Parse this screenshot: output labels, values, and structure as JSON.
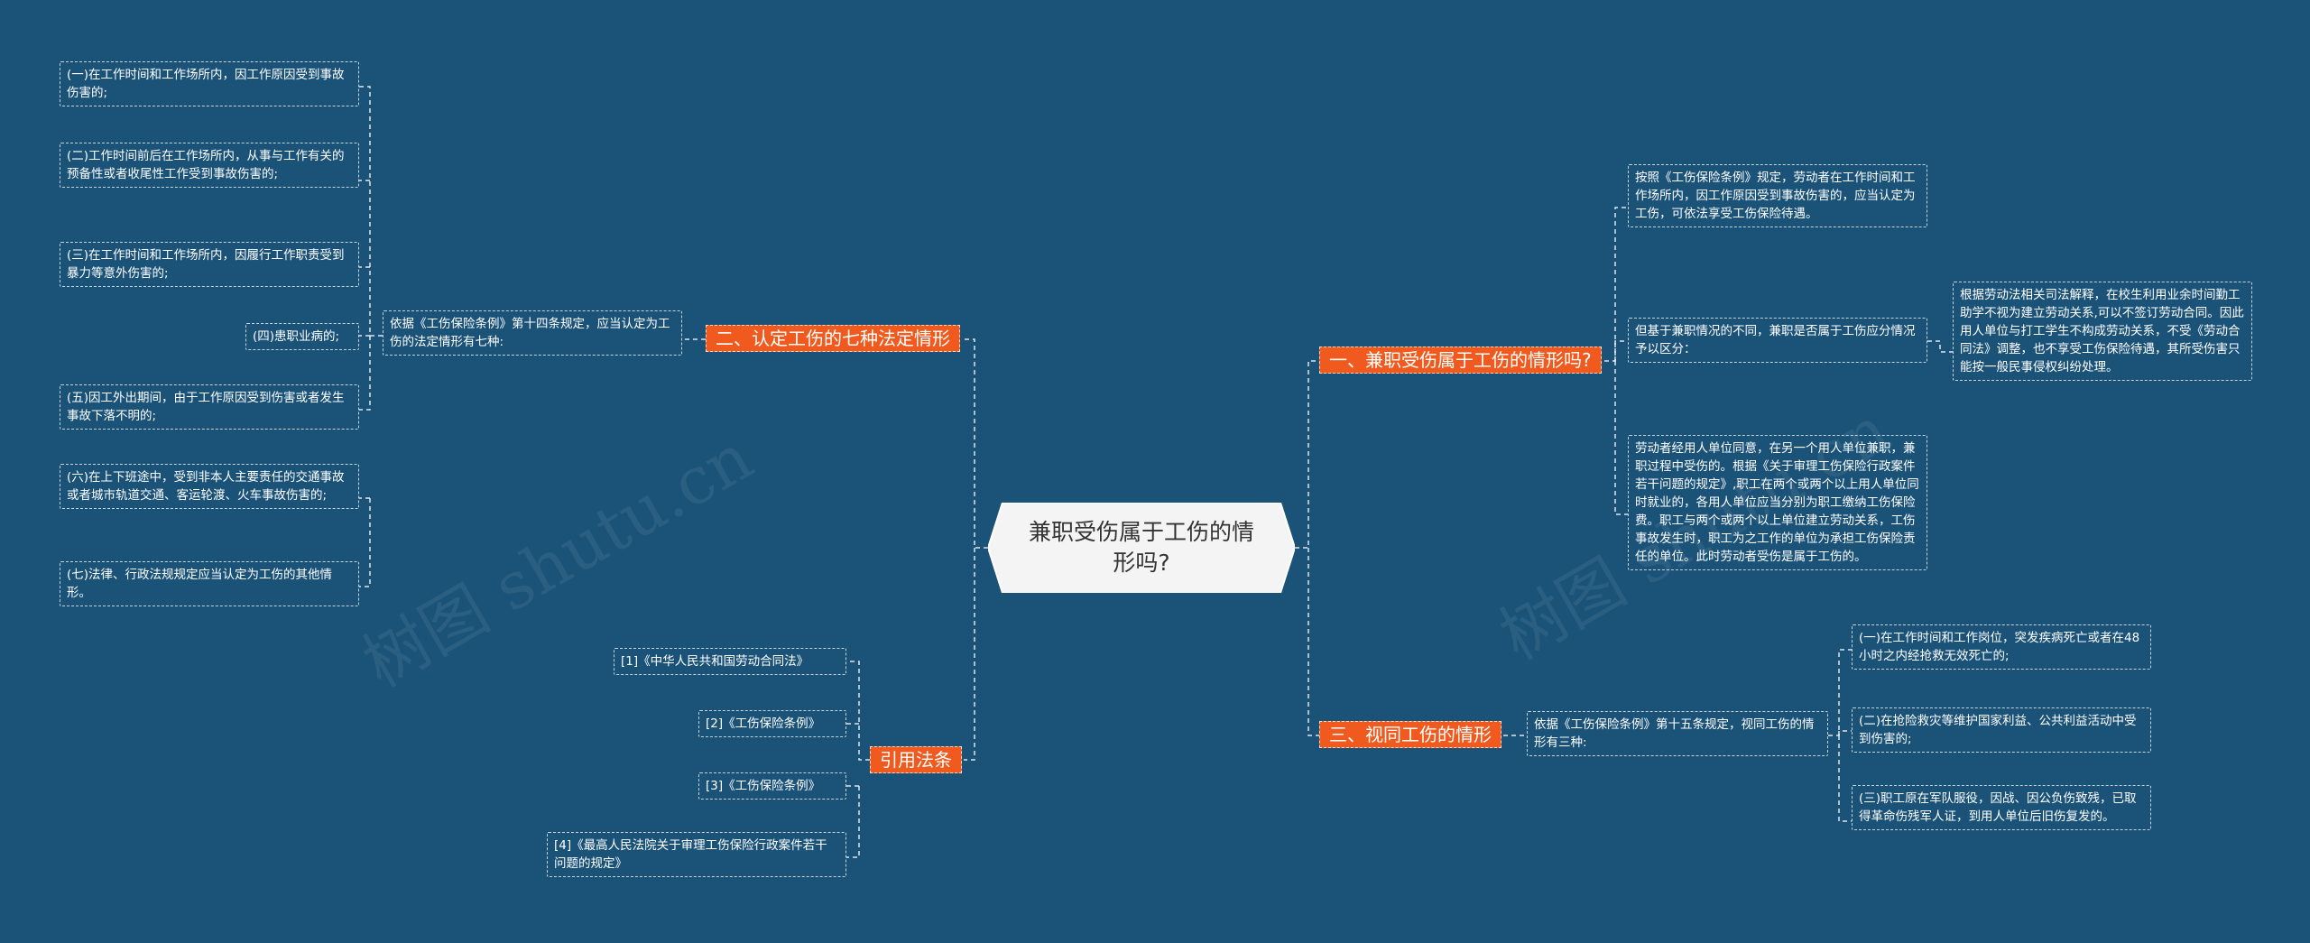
{
  "center": {
    "title": "兼职受伤属于工伤的情形吗?"
  },
  "branches": {
    "b1": "一、兼职受伤属于工伤的情形吗?",
    "b2": "二、认定工伤的七种法定情形",
    "b3": "三、视同工伤的情形",
    "b4": "引用法条"
  },
  "b1_children": [
    "按照《工伤保险条例》规定，劳动者在工作时间和工作场所内，因工作原因受到事故伤害的，应当认定为工伤，可依法享受工伤保险待遇。",
    "但基于兼职情况的不同，兼职是否属于工伤应分情况予以区分：",
    "劳动者经用人单位同意，在另一个用人单位兼职，兼职过程中受伤的。根据《关于审理工伤保险行政案件若干问题的规定》,职工在两个或两个以上用人单位同时就业的，各用人单位应当分别为职工缴纳工伤保险费。职工与两个或两个以上单位建立劳动关系，工伤事故发生时，职工为之工作的单位为承担工伤保险责任的单位。此时劳动者受伤是属于工伤的。"
  ],
  "b1_sub": "根据劳动法相关司法解释，在校生利用业余时间勤工助学不视为建立劳动关系,可以不签订劳动合同。因此用人单位与打工学生不构成劳动关系，不受《劳动合同法》调整，也不享受工伤保险待遇，其所受伤害只能按一般民事侵权纠纷处理。",
  "b2_intro": "依据《工伤保险条例》第十四条规定，应当认定为工伤的法定情形有七种:",
  "b2_items": [
    "(一)在工作时间和工作场所内，因工作原因受到事故伤害的;",
    "(二)工作时间前后在工作场所内，从事与工作有关的预备性或者收尾性工作受到事故伤害的;",
    "(三)在工作时间和工作场所内，因履行工作职责受到暴力等意外伤害的;",
    "(四)患职业病的;",
    "(五)因工外出期间，由于工作原因受到伤害或者发生事故下落不明的;",
    "(六)在上下班途中，受到非本人主要责任的交通事故或者城市轨道交通、客运轮渡、火车事故伤害的;",
    "(七)法律、行政法规规定应当认定为工伤的其他情形。"
  ],
  "b3_intro": "依据《工伤保险条例》第十五条规定，视同工伤的情形有三种:",
  "b3_items": [
    "(一)在工作时间和工作岗位，突发疾病死亡或者在48小时之内经抢救无效死亡的;",
    "(二)在抢险救灾等维护国家利益、公共利益活动中受到伤害的;",
    "(三)职工原在军队服役，因战、因公负伤致残，已取得革命伤残军人证，到用人单位后旧伤复发的。"
  ],
  "b4_items": [
    "[1]《中华人民共和国劳动合同法》",
    "[2]《工伤保险条例》",
    "[3]《工伤保险条例》",
    "[4]《最高人民法院关于审理工伤保险行政案件若干问题的规定》"
  ],
  "watermark": "树图 shutu.cn",
  "colors": {
    "background": "#1a5278",
    "branch": "#f05a1e",
    "center_fill": "#f4f4f4",
    "line": "#ffffff"
  }
}
